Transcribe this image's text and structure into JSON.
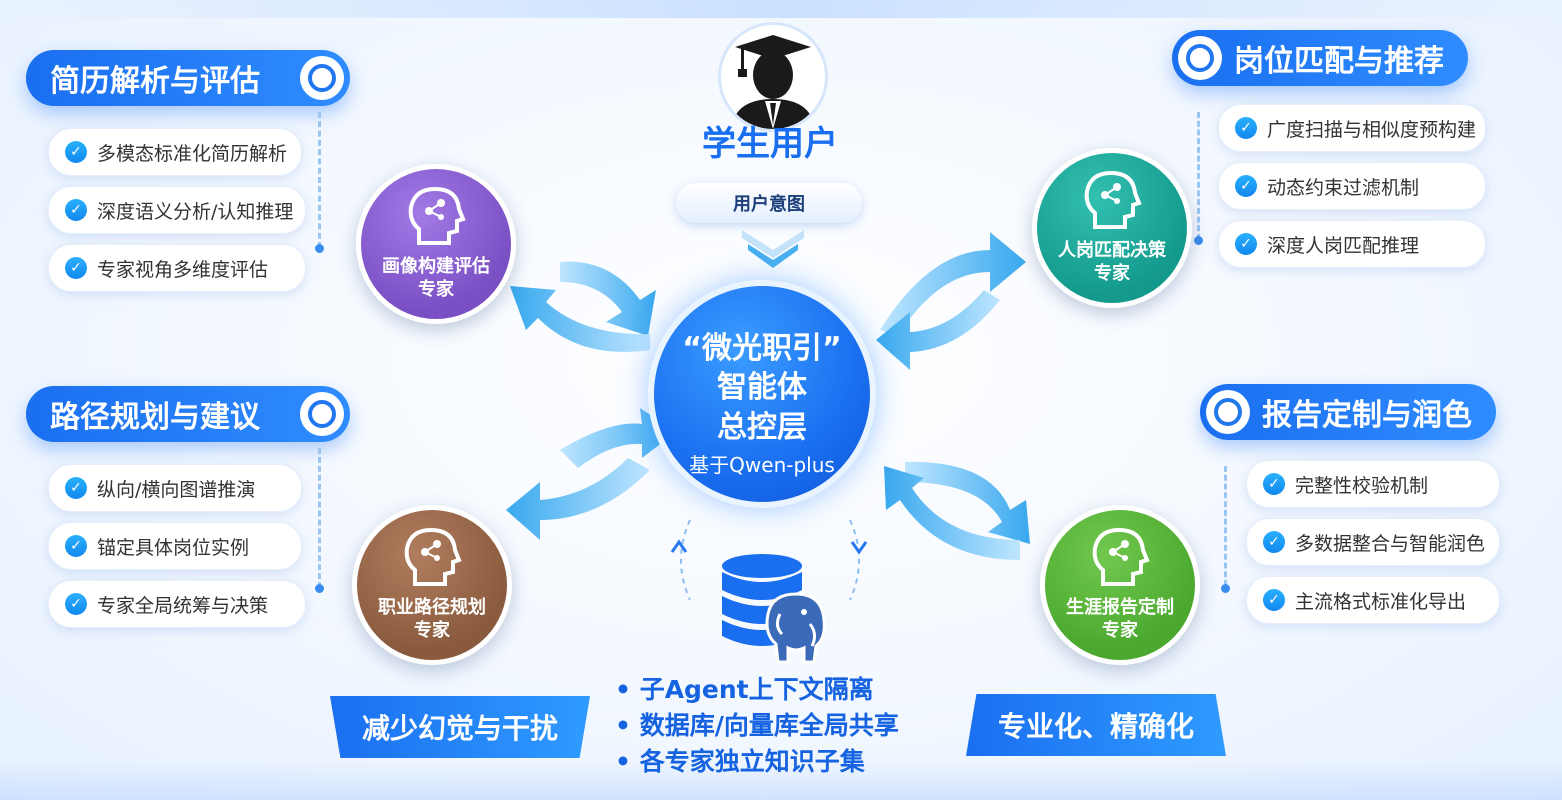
{
  "student": {
    "title": "学生用户",
    "intent": "用户意图"
  },
  "center": {
    "line1": "“微光职引”",
    "line2": "智能体",
    "line3": "总控层",
    "sub": "基于Qwen-plus"
  },
  "sections": {
    "resume": {
      "title": "简历解析与评估",
      "items": [
        "多模态标准化简历解析",
        "深度语义分析/认知推理",
        "专家视角多维度评估"
      ]
    },
    "path": {
      "title": "路径规划与建议",
      "items": [
        "纵向/横向图谱推演",
        "锚定具体岗位实例",
        "专家全局统筹与决策"
      ]
    },
    "job": {
      "title": "岗位匹配与推荐",
      "items": [
        "广度扫描与相似度预构建",
        "动态约束过滤机制",
        "深度人岗匹配推理"
      ]
    },
    "report": {
      "title": "报告定制与润色",
      "items": [
        "完整性校验机制",
        "多数据整合与智能润色",
        "主流格式标准化导出"
      ]
    }
  },
  "experts": {
    "profile": {
      "line1": "画像构建评估",
      "line2": "专家",
      "color": "#7a4fc4"
    },
    "career": {
      "line1": "职业路径规划",
      "line2": "专家",
      "color": "#8a5a3e"
    },
    "match": {
      "line1": "人岗匹配决策",
      "line2": "专家",
      "color": "#139a8c"
    },
    "report": {
      "line1": "生涯报告定制",
      "line2": "专家",
      "color": "#4aa82e"
    }
  },
  "bottom": {
    "left_badge": "减少幻觉与干扰",
    "right_badge": "专业化、精确化",
    "bullets": [
      "子Agent上下文隔离",
      "数据库/向量库全局共享",
      "各专家独立知识子集"
    ]
  },
  "colors": {
    "primary": "#1a6ff0",
    "check": "#1a9af0"
  },
  "icons": [
    "student-avatar-icon",
    "check-icon",
    "brain-head-icon",
    "database-icon",
    "postgresql-elephant-icon",
    "ring-icon",
    "arrow-icon"
  ]
}
